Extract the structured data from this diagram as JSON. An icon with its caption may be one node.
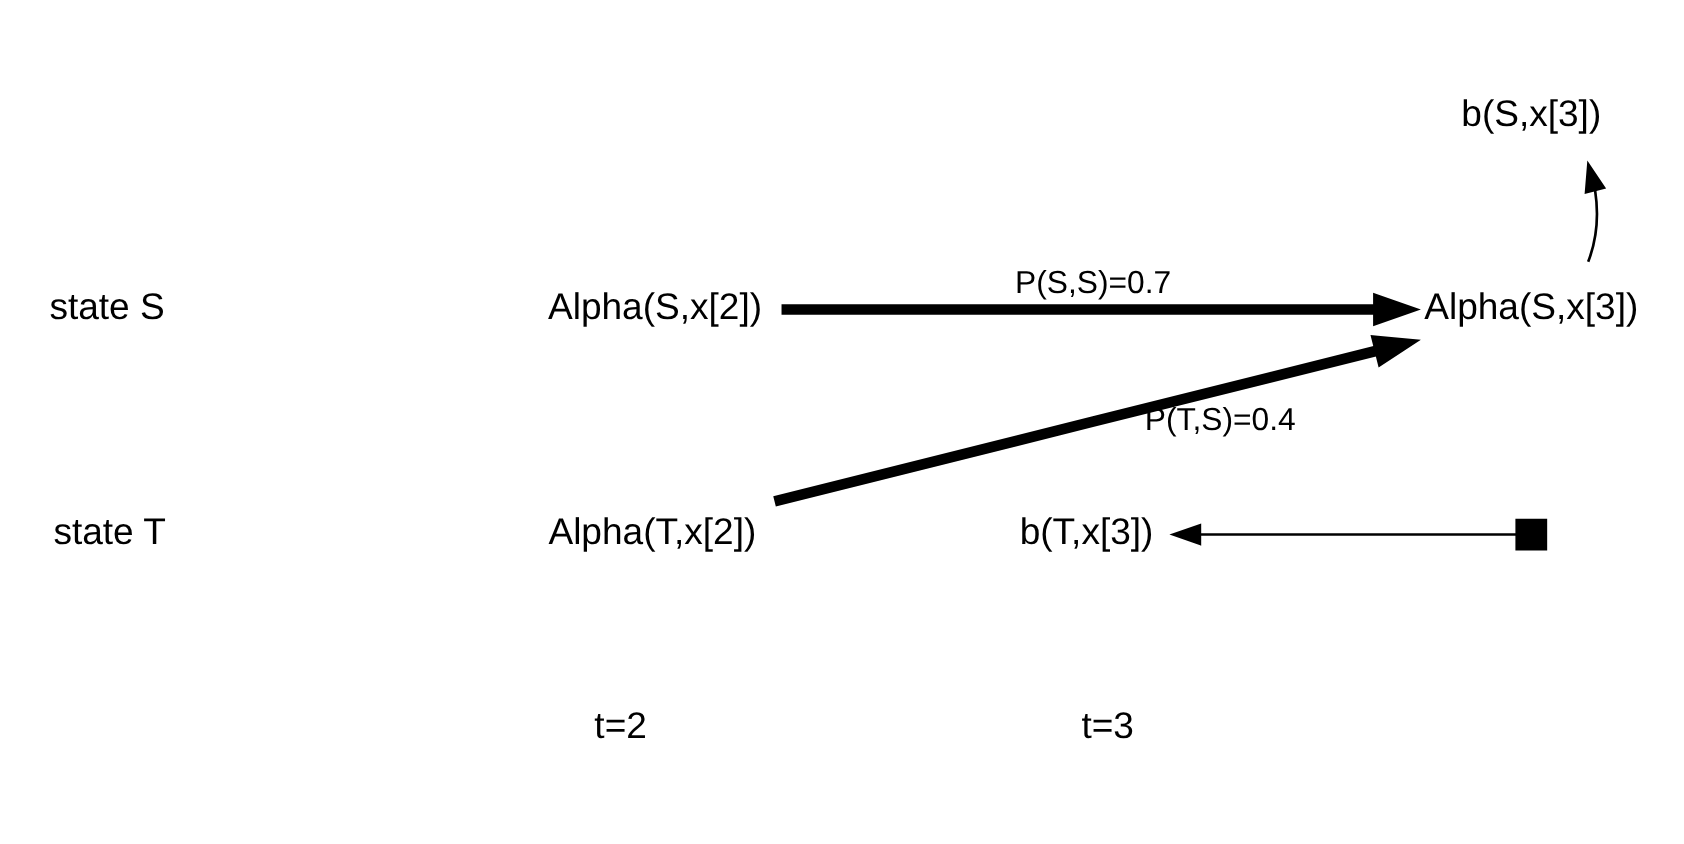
{
  "diagram": {
    "nodes": [
      {
        "text": [
          "Alpha(S,x[2])"
        ]
      },
      {
        "text": [
          "Alpha(S,x[3])"
        ]
      },
      {
        "text": [
          "Alpha(T,x[2])"
        ]
      },
      {
        "text": [],
        "shape": "box"
      },
      {
        "text": [
          "b(S,x[3])"
        ]
      },
      {
        "text": [
          "b(T,x[3])"
        ]
      }
    ],
    "edges": [
      {
        "from": 0,
        "to": 1,
        "arrow": "to",
        "label": "P(S,S)=0.7",
        "style": "thick"
      },
      {
        "from": 2,
        "to": 1,
        "arrow": "to",
        "label": "P(T,S)=0.4",
        "style": "thick"
      },
      {
        "from": 1,
        "to": 4,
        "arrow": "to"
      },
      {
        "from": 3,
        "to": 5,
        "arrow": "to"
      }
    ],
    "labels": [
      "state S",
      "state T",
      "t=2",
      "t=3"
    ]
  }
}
